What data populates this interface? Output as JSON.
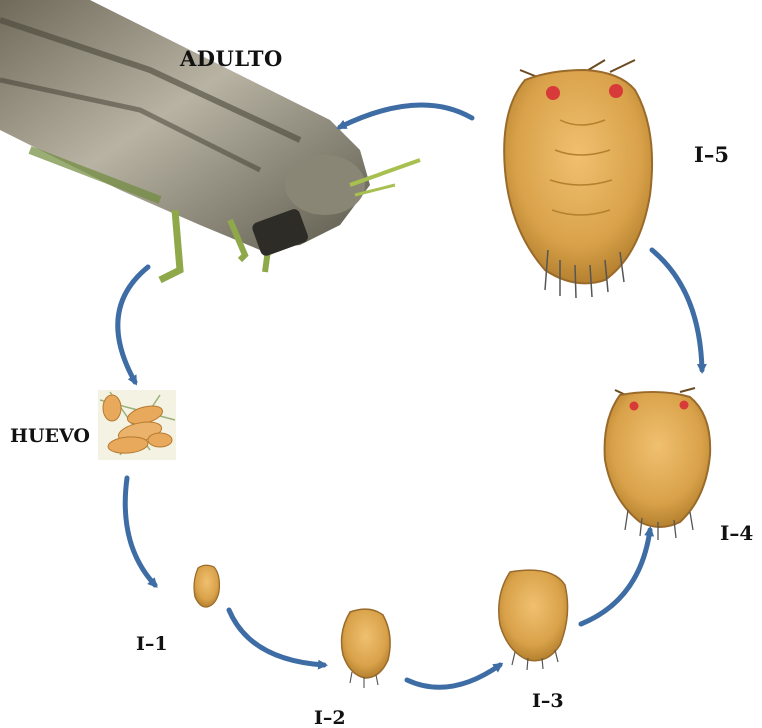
{
  "stages": [
    {
      "id": "adulto",
      "label": "ADULTO"
    },
    {
      "id": "i5",
      "label": "I–5"
    },
    {
      "id": "i4",
      "label": "I–4"
    },
    {
      "id": "i3",
      "label": "I–3"
    },
    {
      "id": "i2",
      "label": "I–2"
    },
    {
      "id": "i1",
      "label": "I–1"
    },
    {
      "id": "huevo",
      "label": "HUEVO"
    }
  ],
  "colors": {
    "arrow": "#3e6ca4",
    "nymph_body": "#d9a24a",
    "nymph_edge": "#9a6a2a",
    "adult_body": "#8e8a7c",
    "adult_legs": "#8fa84a",
    "egg": "#e8a95c",
    "eye": "#d83a3a"
  },
  "icons": [
    "adult-insect-image",
    "nymph-instar-image",
    "egg-cluster-image",
    "cycle-arrow-icon"
  ]
}
